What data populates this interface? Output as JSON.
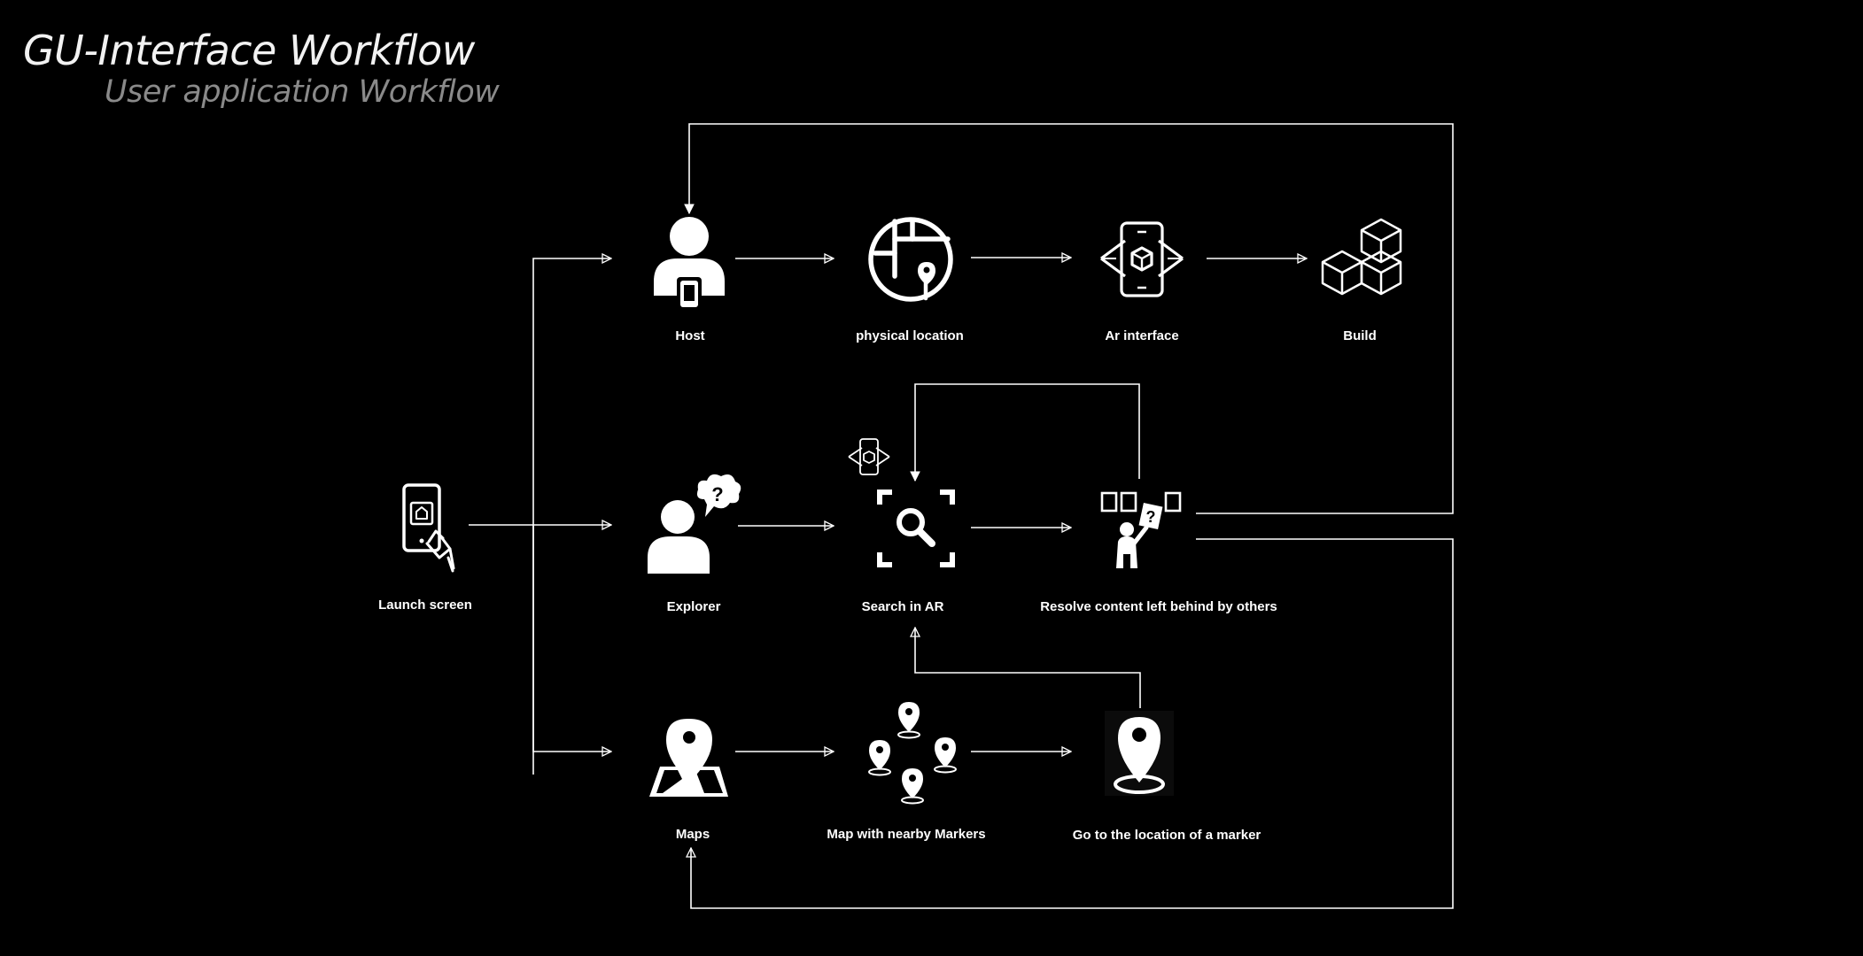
{
  "header": {
    "title": "GU-Interface Workflow",
    "subtitle": "User application Workflow"
  },
  "colors": {
    "background": "#000000",
    "line": "#ffffff",
    "subtitle": "#8a8a8a"
  },
  "nodes": {
    "launch_screen": {
      "label": "Launch screen",
      "icon": "phone-tap-icon"
    },
    "host": {
      "label": "Host",
      "icon": "host-user-phone-icon"
    },
    "physical_location": {
      "label": "physical location",
      "icon": "location-map-icon"
    },
    "ar_interface": {
      "label": "Ar interface",
      "icon": "ar-phone-icon"
    },
    "build": {
      "label": "Build",
      "icon": "cubes-icon"
    },
    "explorer": {
      "label": "Explorer",
      "icon": "explorer-question-icon"
    },
    "search_ar": {
      "label": "Search in AR",
      "icon": "ar-search-icon"
    },
    "resolve": {
      "label": "Resolve content left behind by others",
      "icon": "resolve-content-icon"
    },
    "maps": {
      "label": "Maps",
      "icon": "map-pin-icon"
    },
    "nearby_markers": {
      "label": "Map with nearby Markers",
      "icon": "nearby-markers-icon"
    },
    "goto_marker": {
      "label": "Go to the location of a marker",
      "icon": "marker-location-icon"
    }
  }
}
